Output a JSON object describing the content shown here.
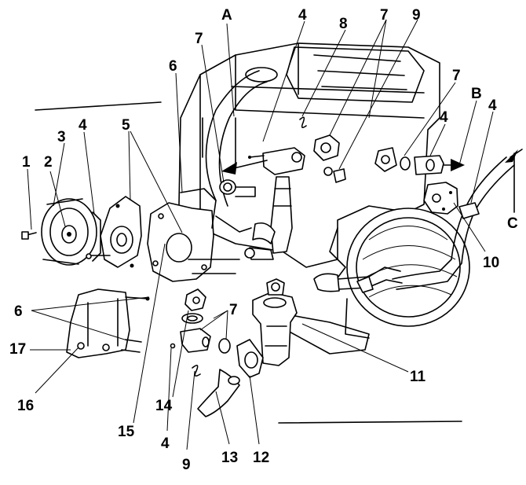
{
  "callouts": {
    "n1": "1",
    "n2": "2",
    "n3": "3",
    "n4a": "4",
    "n4b": "4",
    "n4c": "4",
    "n4d": "4",
    "n4e": "4",
    "n5": "5",
    "n6a": "6",
    "n6b": "6",
    "n7a": "7",
    "n7b": "7",
    "n7c": "7",
    "n7d": "7",
    "n8": "8",
    "n9a": "9",
    "n9b": "9",
    "n10": "10",
    "n11": "11",
    "n12": "12",
    "n13": "13",
    "n14": "14",
    "n15": "15",
    "n16": "16",
    "n17": "17",
    "lA": "A",
    "lB": "B",
    "lC": "C"
  },
  "colors": {
    "ink": "#000000",
    "paper": "#ffffff"
  }
}
